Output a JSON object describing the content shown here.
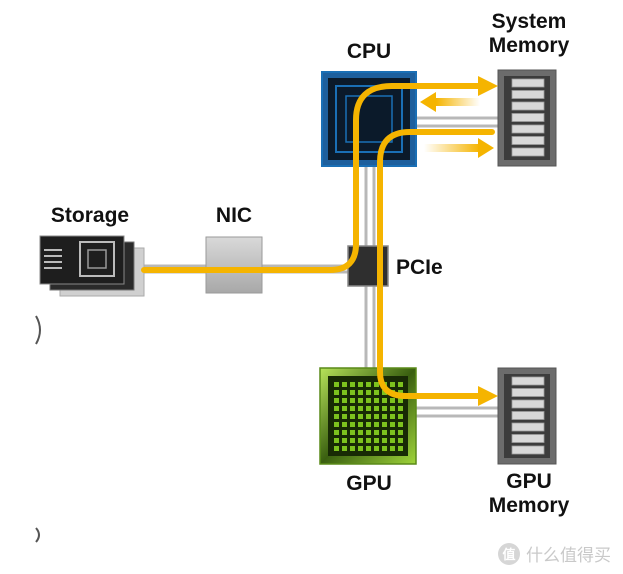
{
  "labels": {
    "system_memory_line1": "System",
    "system_memory_line2": "Memory",
    "cpu": "CPU",
    "storage": "Storage",
    "nic": "NIC",
    "pcie": "PCIe",
    "gpu": "GPU",
    "gpu_memory_line1": "GPU",
    "gpu_memory_line2": "Memory"
  },
  "watermark": {
    "badge": "值",
    "text": "什么值得买"
  },
  "colors": {
    "flow_arrow": "#f5b400",
    "cpu_border": "#1a6fb5",
    "gpu_green": "#7dc21e",
    "link_gray": "#b8b8b8"
  }
}
